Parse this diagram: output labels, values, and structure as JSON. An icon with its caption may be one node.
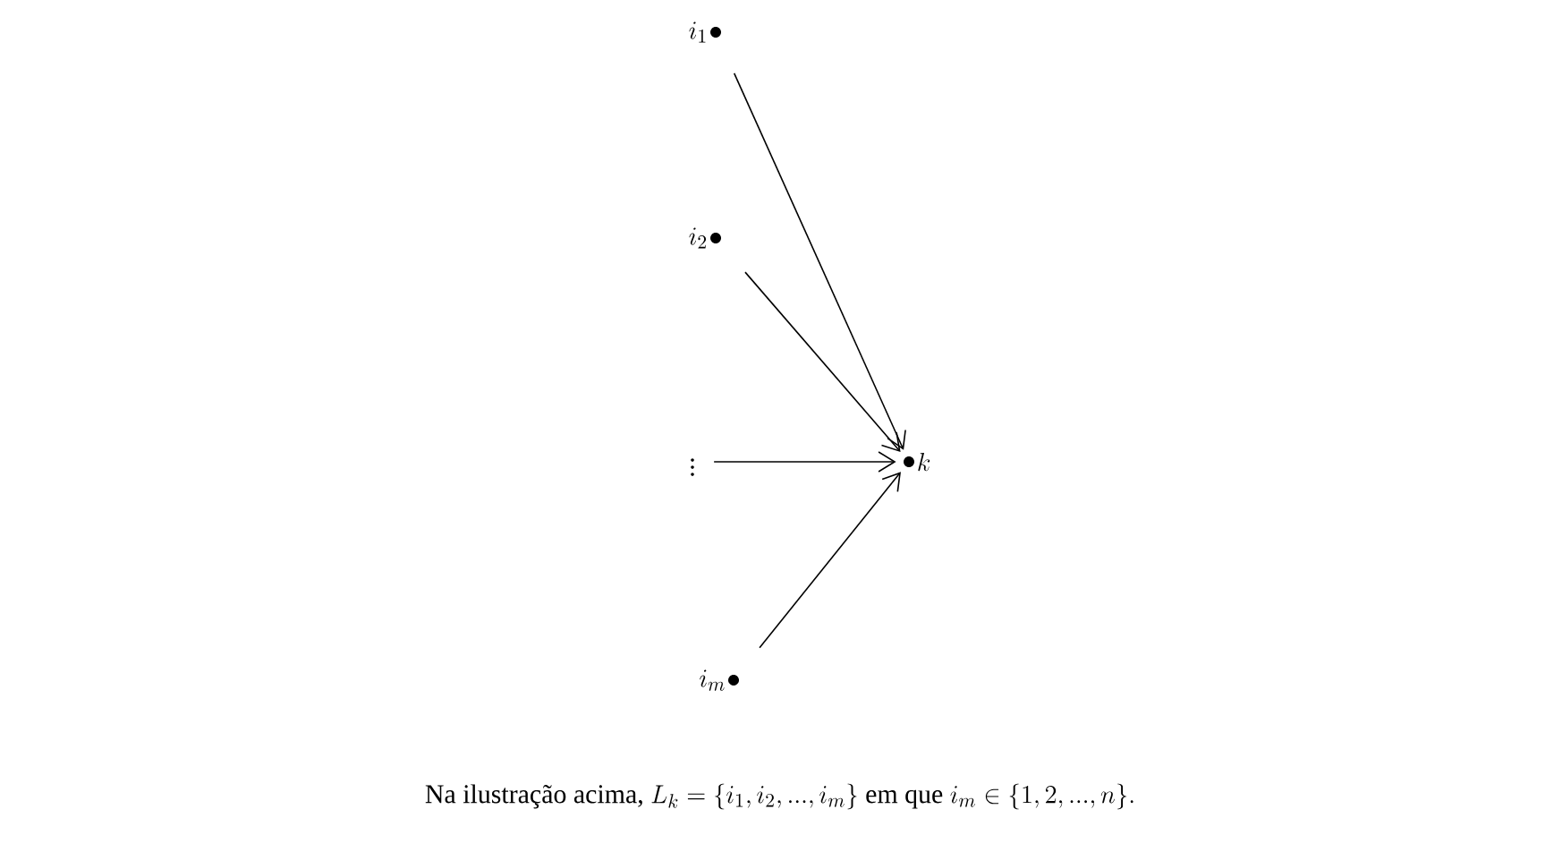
{
  "diagram": {
    "caption": "\\text{Na ilustração acima, } L_k = \\{i_1, i_2, ..., i_m\\} \\text{ em que } i_m \\in \\{1, 2, ..., n\\}.",
    "nodes": [
      {
        "text": [
          "i_1"
        ]
      },
      {
        "text": [
          "i_2"
        ]
      },
      {
        "text": [
          "\\vdots"
        ]
      },
      {
        "text": [
          "k"
        ]
      },
      {
        "text": [
          "i_m"
        ]
      }
    ],
    "edges": [
      {
        "from": 0,
        "to": 3,
        "arrow": "to"
      },
      {
        "from": 1,
        "to": 3,
        "arrow": "to"
      },
      {
        "from": 2,
        "to": 3,
        "arrow": "to"
      },
      {
        "from": 4,
        "to": 3,
        "arrow": "to"
      }
    ]
  }
}
